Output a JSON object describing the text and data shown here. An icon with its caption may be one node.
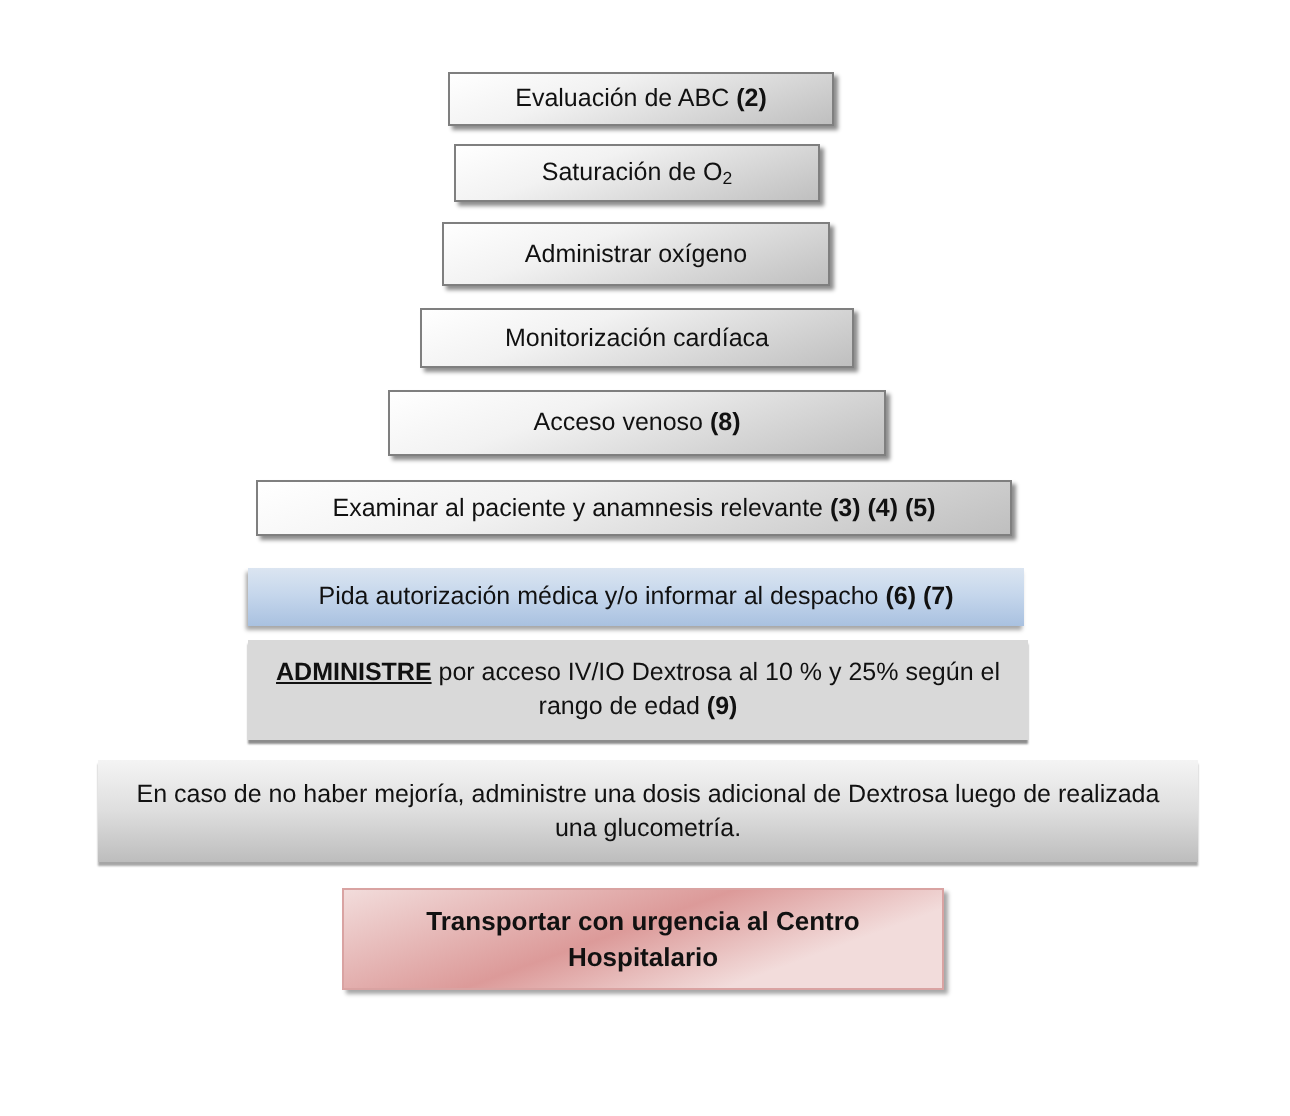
{
  "diagram": {
    "nodes": [
      {
        "text": [
          "Evaluación de ABC **(2)**"
        ]
      },
      {
        "text": [
          "Saturación de O$_{2}$"
        ]
      },
      {
        "text": [
          "Administrar oxígeno"
        ]
      },
      {
        "text": [
          "Monitorización cardíaca"
        ]
      },
      {
        "text": [
          "Acceso venoso **(8)**"
        ]
      },
      {
        "text": [
          "Examinar al paciente y anamnesis relevante **(3) (4) (5)**"
        ]
      },
      {
        "text": [
          "Pida autorización médica y/o informar al despacho **(6) (7)**"
        ]
      },
      {
        "text": [
          "**ADMINISTRE** por acceso IV/IO Dextrosa al 10 % y 25% según el rango de edad **(9)**"
        ]
      },
      {
        "text": [
          "En caso de no haber mejoría, administre una dosis adicional de Dextrosa luego de realizada una glucometría."
        ]
      },
      {
        "text": [
          "Transportar con urgencia al Centro Hospitalario"
        ]
      }
    ]
  }
}
